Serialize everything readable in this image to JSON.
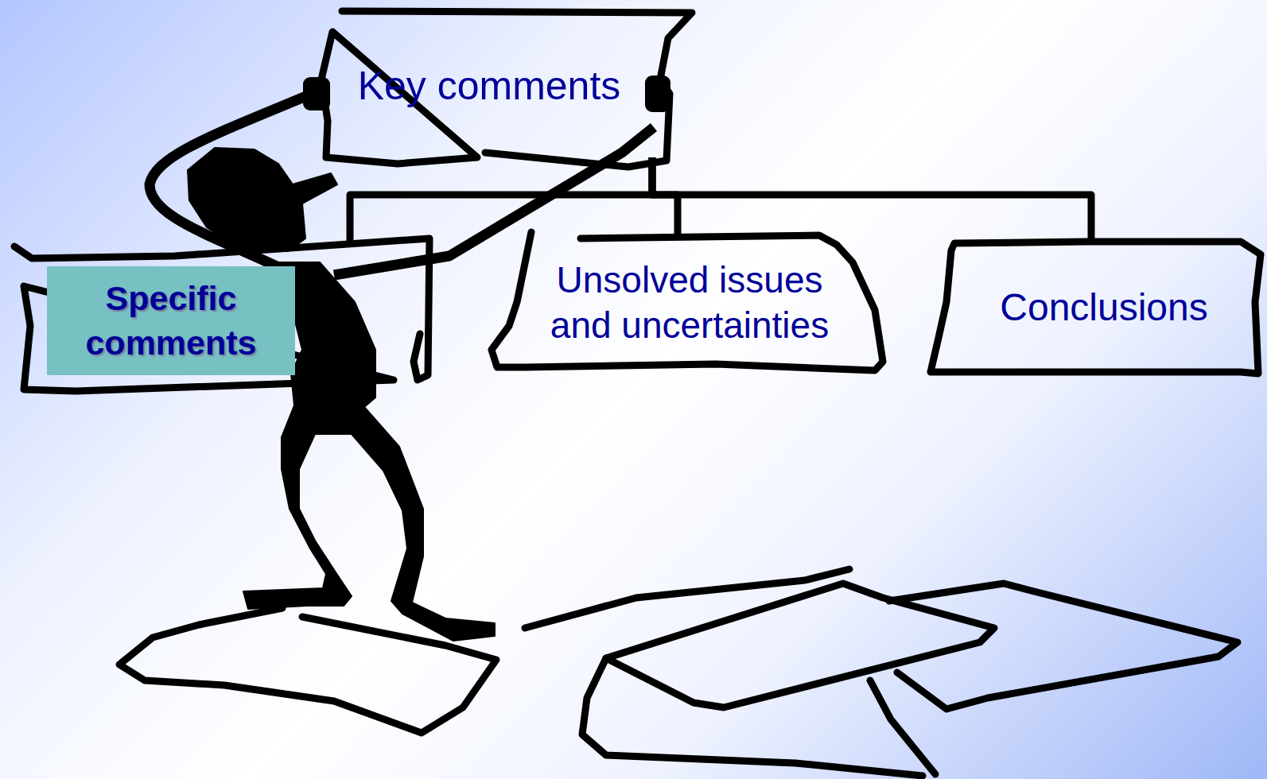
{
  "diagram": {
    "nodes": [
      {
        "text": [
          "Key comments"
        ]
      },
      {
        "text": [
          "Specific comments"
        ]
      },
      {
        "text": [
          "Unsolved issues and uncertainties"
        ]
      },
      {
        "text": [
          "Conclusions"
        ]
      }
    ],
    "edges": [
      {
        "from": 0,
        "to": 1,
        "arrow": "none"
      },
      {
        "from": 0,
        "to": 2,
        "arrow": "none"
      },
      {
        "from": 0,
        "to": 3,
        "arrow": "none"
      }
    ]
  }
}
